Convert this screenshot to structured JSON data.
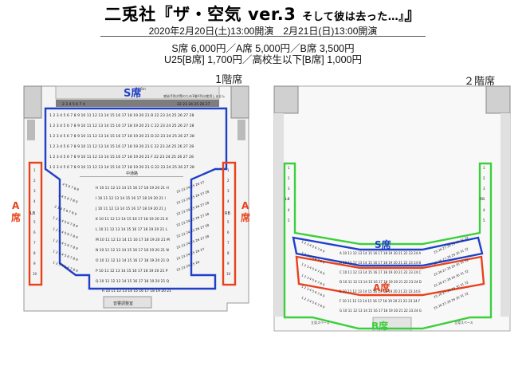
{
  "header": {
    "title_main": "二兎社『ザ・空気 ver.3",
    "title_sub": "そして彼は去った…』",
    "dates": "2020年2月20日(土)13:00開演　2月21日(日)13:00開演",
    "prices_line1": "S席 6,000円／A席 5,000円／B席 3,500円",
    "prices_line2": "U25[B席] 1,700円／高校生以下[B席] 1,000円"
  },
  "floor1": {
    "label": "1階席",
    "s_label": "S席",
    "a_left": "A席",
    "a_right": "A席",
    "aisle": "中通路",
    "booth": "音響調整室",
    "stage_note": "感染予防対策のため1階A列は使用しません",
    "stage_dim": "16.5m",
    "lb": "LB",
    "rb": "RB",
    "front_rows": [
      "A",
      "B",
      "C",
      "D",
      "E",
      "F",
      "G"
    ],
    "back_rows": [
      "H",
      "I",
      "J",
      "K",
      "L",
      "M",
      "N",
      "O",
      "P",
      "Q",
      "R"
    ]
  },
  "floor2": {
    "label": "２階席",
    "s_label": "S席",
    "a_label": "A席",
    "b_label": "B席",
    "lb": "LB",
    "rb": "RB",
    "rows": [
      "A",
      "B",
      "C",
      "D",
      "E",
      "F",
      "G"
    ],
    "space_left": "立見スペース",
    "space_right": "立見スペース"
  },
  "colors": {
    "s_seat": "#1f3fc8",
    "a_seat": "#e8421c",
    "b_seat": "#3ccf3c"
  }
}
